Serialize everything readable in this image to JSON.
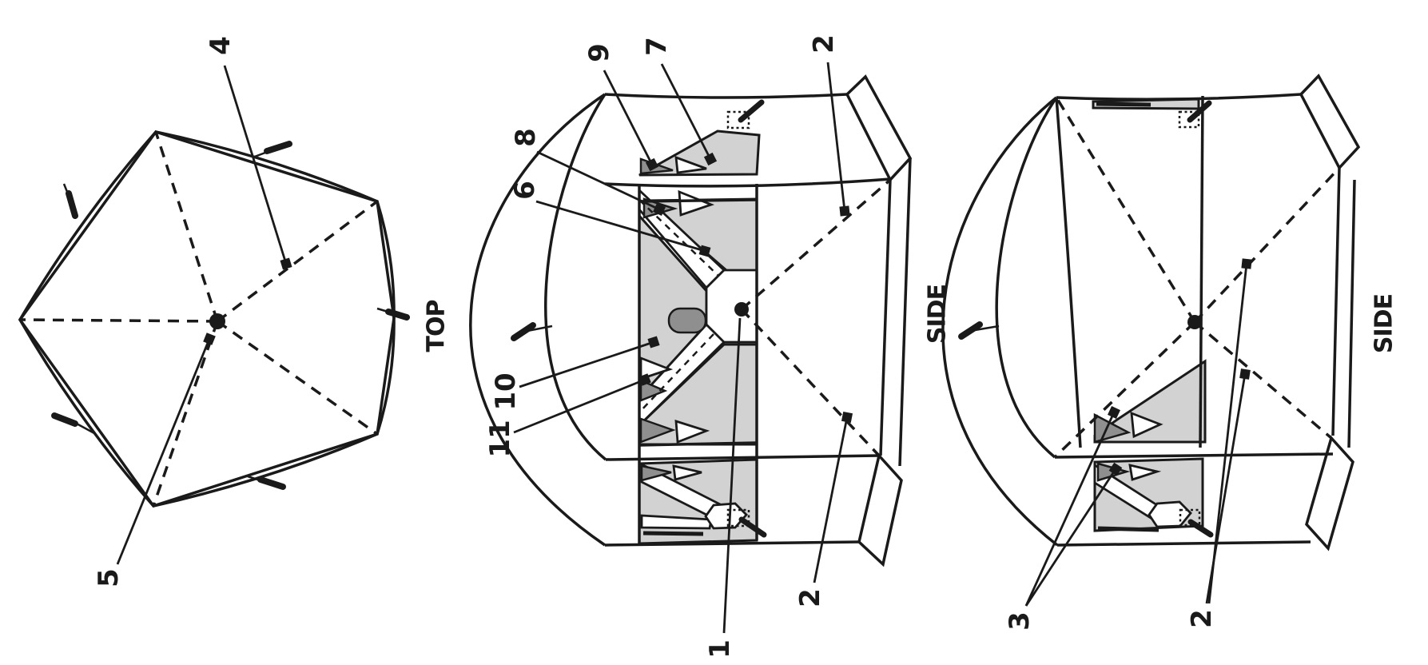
{
  "drawing": {
    "type": "tent-assembly-technical-diagram",
    "colors": {
      "ink": "#1a1a1a",
      "panel_gray": "#d2d2d2",
      "mesh_gray": "#8f8f8f",
      "paper": "#ffffff"
    },
    "views": {
      "top_view": {
        "title": "TOP",
        "callouts": [
          {
            "label": "4"
          },
          {
            "label": "5"
          }
        ]
      },
      "side_view_1": {
        "title": "SIDE",
        "callouts": [
          {
            "label": "9"
          },
          {
            "label": "7"
          },
          {
            "label": "2"
          },
          {
            "label": "8"
          },
          {
            "label": "6"
          },
          {
            "label": "10"
          },
          {
            "label": "11"
          },
          {
            "label": "1"
          },
          {
            "label": "2"
          }
        ]
      },
      "side_view_2": {
        "title": "SIDE",
        "callouts": [
          {
            "label": "3"
          },
          {
            "label": "2"
          }
        ]
      }
    }
  }
}
